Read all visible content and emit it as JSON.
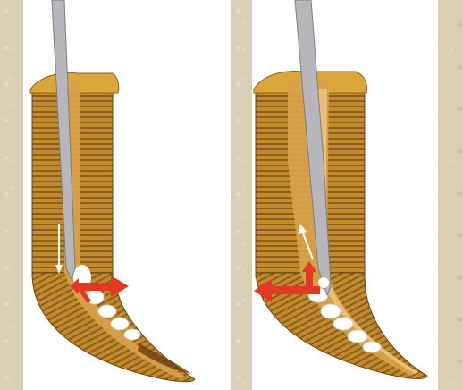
{
  "figure": {
    "panels": [
      {
        "id": "left",
        "wall_direction": "right",
        "instrument_motion": "down"
      },
      {
        "id": "right",
        "wall_direction": "left",
        "instrument_motion": "up"
      }
    ]
  },
  "colors": {
    "dentin": "#c08a2e",
    "dentin_stripe": "#8e5e18",
    "pulp_chamber": "#d9a24a",
    "canal_wall_light": "#e8c07a",
    "cap": "#d9a73a",
    "file_shaft": "#b7b7bb",
    "arrow_red": "#e23a22",
    "debris_white": "#ffffff",
    "panel_bg": "#ffffff",
    "slide_bg": "#d8cfb4"
  },
  "icons": {
    "force_arrow": "double-headed-red-arrow",
    "motion_arrow": "white-thin-arrow",
    "file": "endodontic-file"
  }
}
